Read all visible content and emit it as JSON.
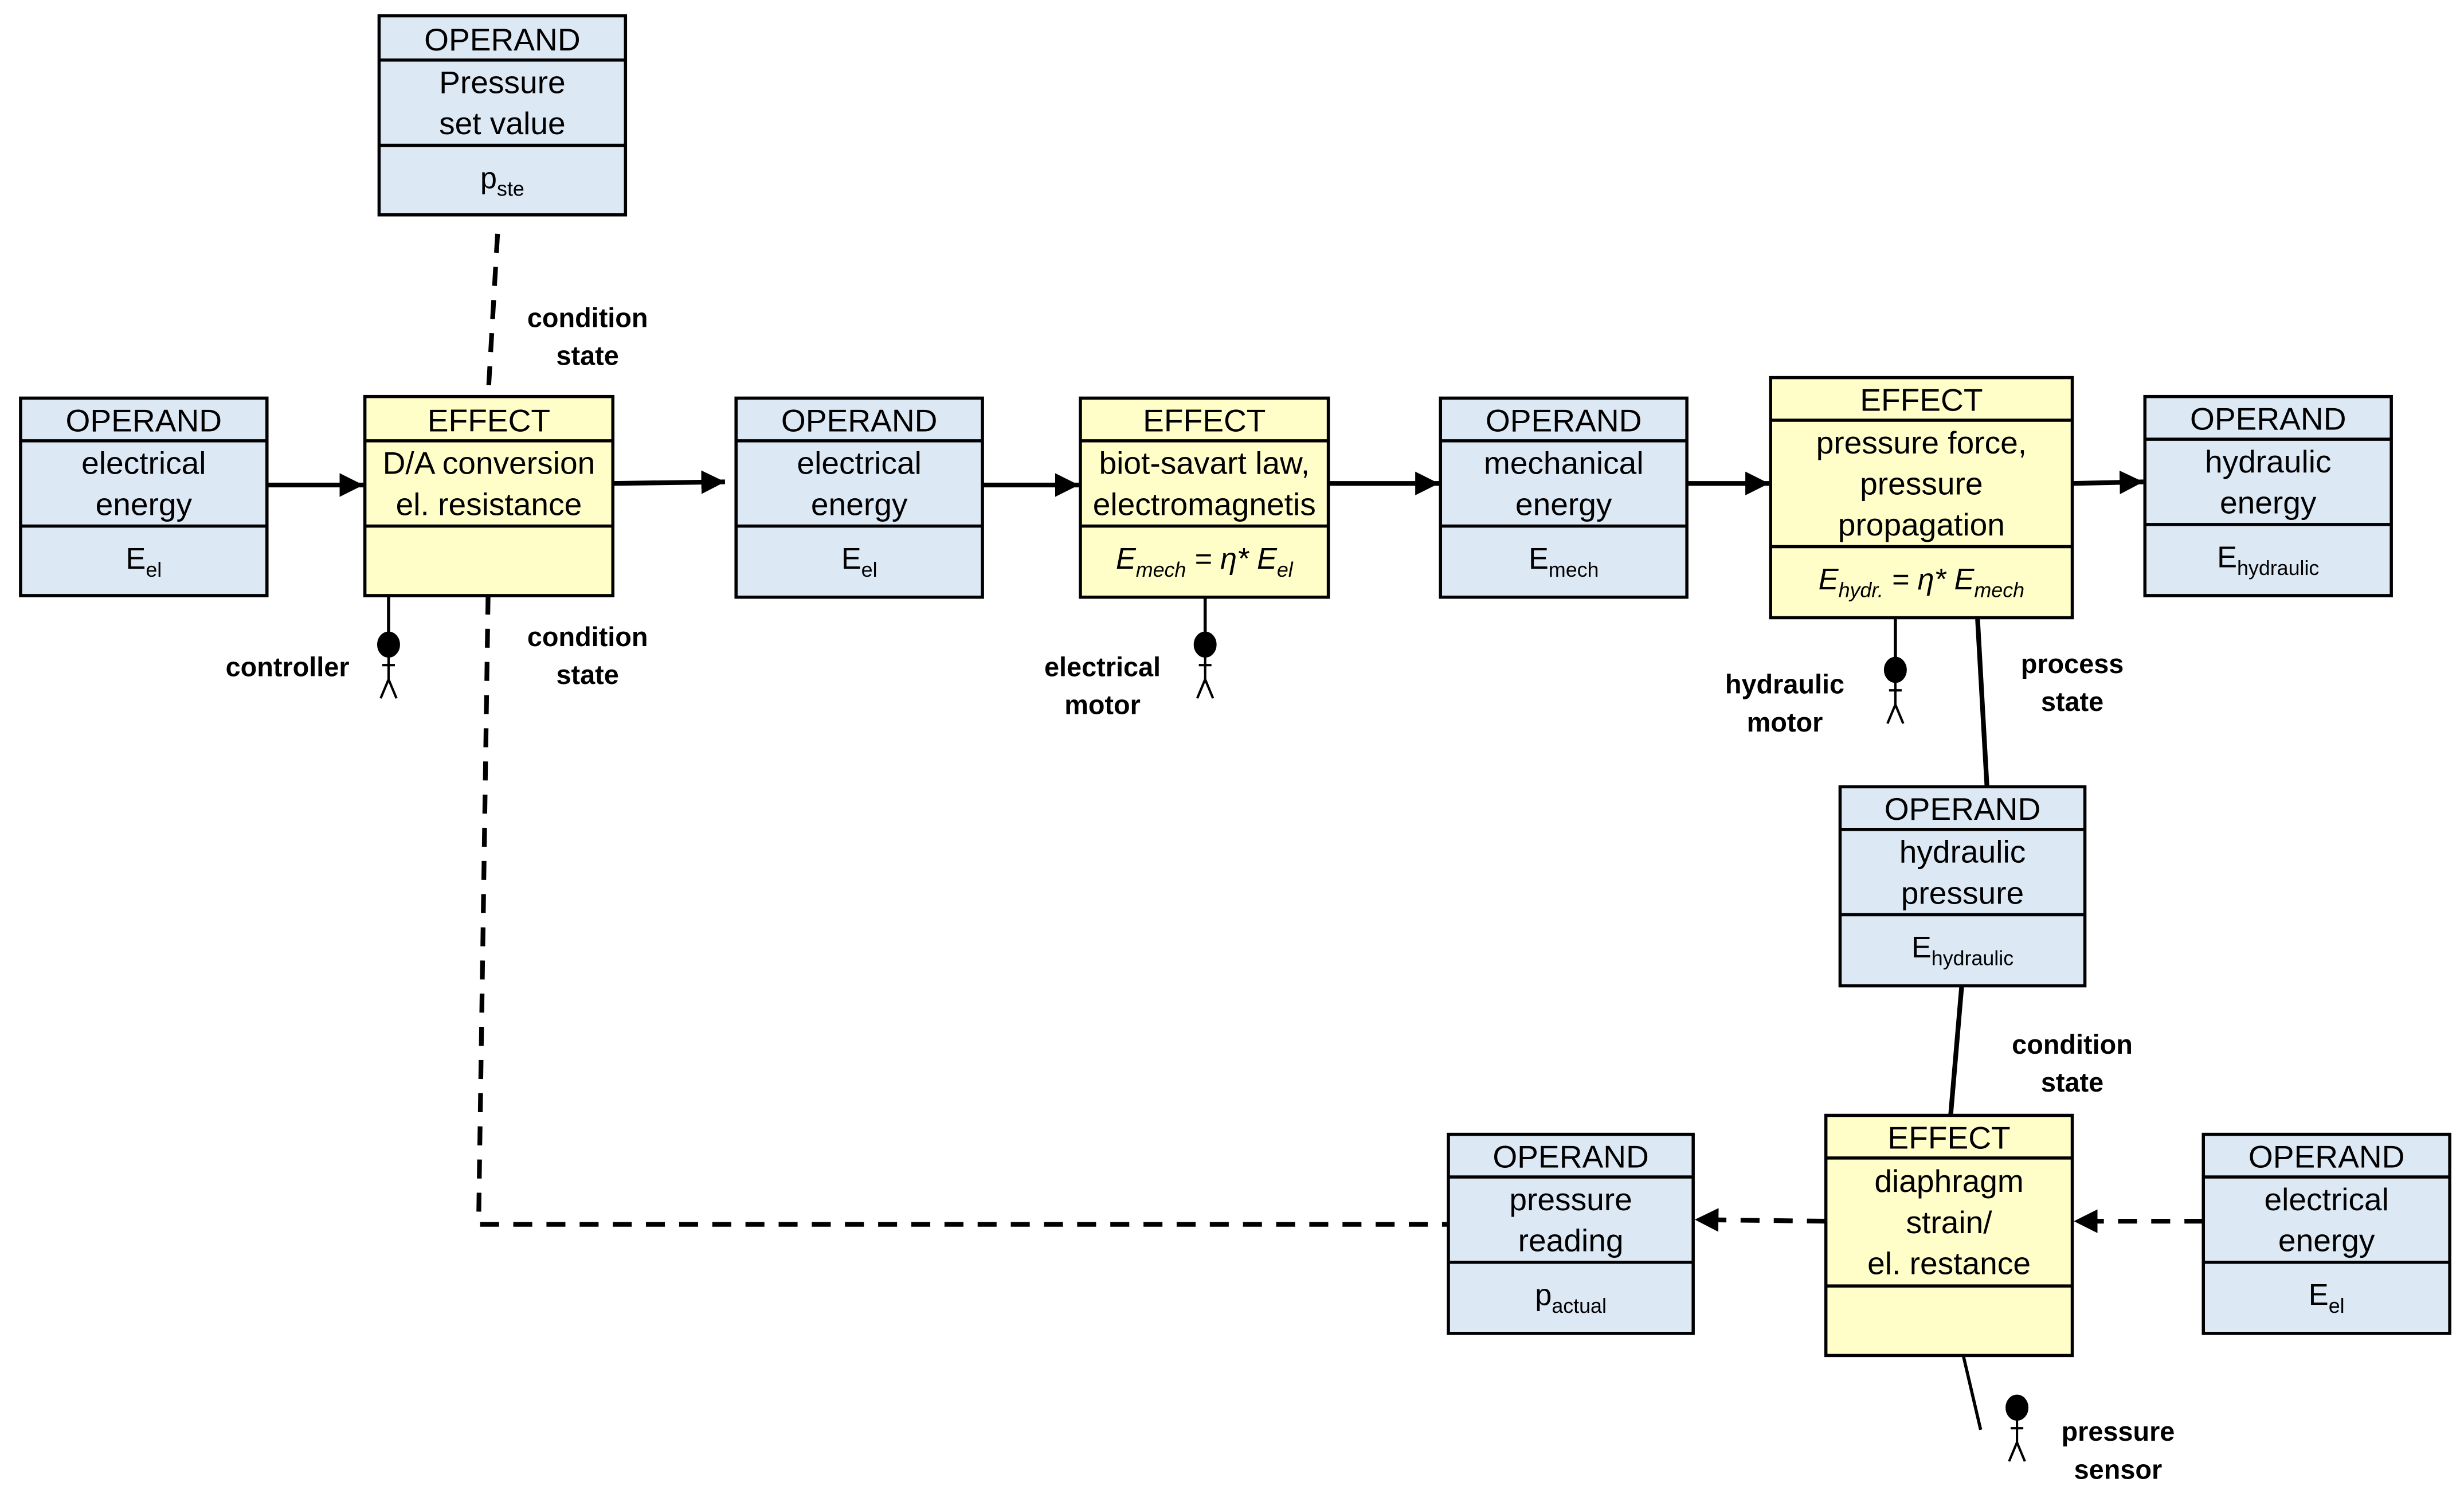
{
  "colors": {
    "operand_fill": "#dde8f5",
    "effect_fill": "#fffdc8",
    "line": "#000000"
  },
  "boxes": [
    {
      "id": "operand-pressure-set-value",
      "kind": "operand",
      "header": "OPERAND",
      "body": [
        "Pressure",
        "set value"
      ],
      "symbol": [
        {
          "text": "p"
        },
        {
          "text": "ste",
          "sub": true
        }
      ]
    },
    {
      "id": "operand-electrical-energy-input",
      "kind": "operand",
      "header": "OPERAND",
      "body": [
        "electrical",
        "energy"
      ],
      "symbol": [
        {
          "text": "E"
        },
        {
          "text": "el",
          "sub": true
        }
      ]
    },
    {
      "id": "effect-da-conversion",
      "kind": "effect",
      "header": "EFFECT",
      "body": [
        "D/A conversion",
        "el. resistance"
      ],
      "symbol": []
    },
    {
      "id": "operand-electrical-energy",
      "kind": "operand",
      "header": "OPERAND",
      "body": [
        "electrical",
        "energy"
      ],
      "symbol": [
        {
          "text": "E"
        },
        {
          "text": "el",
          "sub": true
        }
      ]
    },
    {
      "id": "effect-biot-savart",
      "kind": "effect",
      "header": "EFFECT",
      "body": [
        "biot-savart law,",
        "electromagnetis"
      ],
      "formula": true,
      "symbol": [
        {
          "text": "E"
        },
        {
          "text": "mech",
          "sub": true
        },
        {
          "text": " = η* E"
        },
        {
          "text": "el",
          "sub": true
        }
      ]
    },
    {
      "id": "operand-mechanical-energy",
      "kind": "operand",
      "header": "OPERAND",
      "body": [
        "mechanical",
        "energy"
      ],
      "symbol": [
        {
          "text": "E"
        },
        {
          "text": "mech",
          "sub": true
        }
      ]
    },
    {
      "id": "effect-pressure-force",
      "kind": "effect",
      "header": "EFFECT",
      "body": [
        "pressure force,",
        "pressure",
        "propagation"
      ],
      "formula": true,
      "symbol": [
        {
          "text": "E"
        },
        {
          "text": "hydr.",
          "sub": true
        },
        {
          "text": " = η* E"
        },
        {
          "text": "mech",
          "sub": true
        }
      ]
    },
    {
      "id": "operand-hydraulic-energy",
      "kind": "operand",
      "header": "OPERAND",
      "body": [
        "hydraulic",
        "energy"
      ],
      "symbol": [
        {
          "text": "E"
        },
        {
          "text": "hydraulic",
          "sub": true
        }
      ]
    },
    {
      "id": "operand-hydraulic-pressure",
      "kind": "operand",
      "header": "OPERAND",
      "body": [
        "hydraulic",
        "pressure"
      ],
      "symbol": [
        {
          "text": "E"
        },
        {
          "text": "hydraulic",
          "sub": true
        }
      ]
    },
    {
      "id": "effect-diaphragm-strain",
      "kind": "effect",
      "header": "EFFECT",
      "body": [
        "diaphragm",
        "strain/",
        "el. restance"
      ],
      "symbol": []
    },
    {
      "id": "operand-pressure-reading",
      "kind": "operand",
      "header": "OPERAND",
      "body": [
        "pressure",
        "reading"
      ],
      "symbol": [
        {
          "text": "p"
        },
        {
          "text": "actual",
          "sub": true
        }
      ]
    },
    {
      "id": "operand-electrical-energy-sensor",
      "kind": "operand",
      "header": "OPERAND",
      "body": [
        "electrical",
        "energy"
      ],
      "symbol": [
        {
          "text": "E"
        },
        {
          "text": "el",
          "sub": true
        }
      ]
    }
  ],
  "labels": {
    "condition_state_1": [
      "condition",
      "state"
    ],
    "condition_state_2": [
      "condition",
      "state"
    ],
    "condition_state_3": [
      "condition",
      "state"
    ],
    "process_state": [
      "process",
      "state"
    ],
    "controller": [
      "controller"
    ],
    "electrical_motor": [
      "electrical",
      "motor"
    ],
    "hydraulic_motor": [
      "hydraulic",
      "motor"
    ],
    "pressure_sensor": [
      "pressure",
      "sensor"
    ]
  },
  "actors": [
    "controller",
    "electrical-motor",
    "hydraulic-motor",
    "pressure-sensor"
  ]
}
